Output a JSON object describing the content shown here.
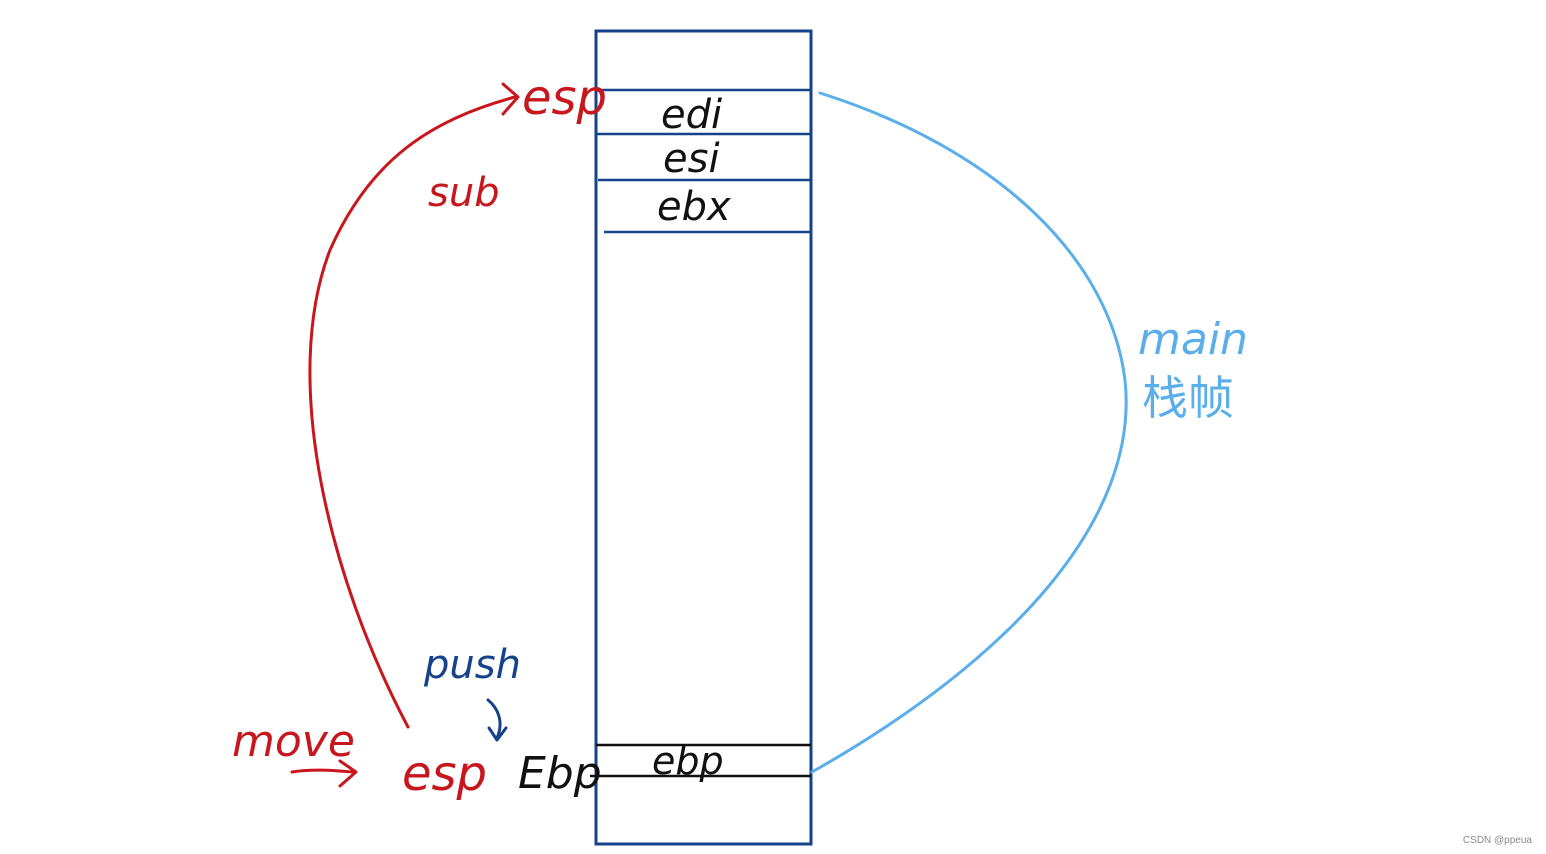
{
  "stack": {
    "slots": [
      "edi",
      "esi",
      "ebx"
    ],
    "bottom_slot": "ebp"
  },
  "labels": {
    "esp_top": "esp",
    "sub": "sub",
    "push": "push",
    "move": "move",
    "esp_bottom": "esp",
    "ebp_pointer": "Ebp"
  },
  "main_frame": {
    "line1": "main",
    "line2": "栈帧"
  },
  "watermark": "CSDN @ppeua",
  "colors": {
    "stack_border": "#15428b",
    "red": "#c8161d",
    "light_blue": "#5aaeea",
    "ink": "#111111"
  }
}
